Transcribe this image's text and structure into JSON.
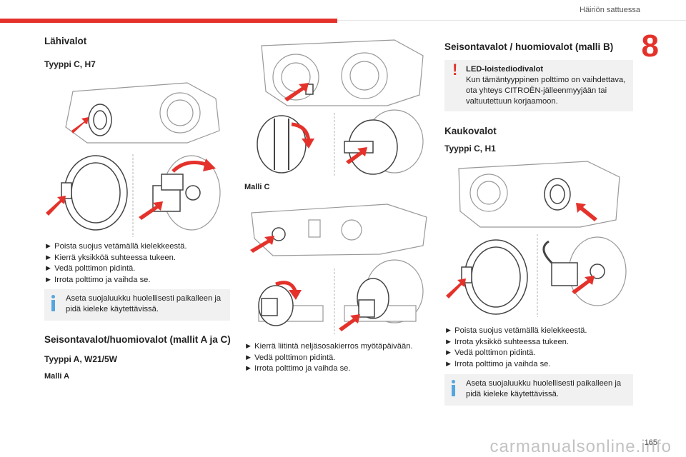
{
  "header": {
    "section_title": "Häiriön sattuessa",
    "chapter_number": "8"
  },
  "footer": {
    "page_number": "165",
    "watermark": "carmanualsonline.info"
  },
  "left": {
    "title": "Lähivalot",
    "type_label": "Tyyppi C, H7",
    "steps": [
      "► Poista suojus vetämällä kielekkeestä.",
      "►  Kierrä yksikköä suhteessa tukeen.",
      "► Vedä polttimon pidintä.",
      "► Irrota polttimo ja vaihda se."
    ],
    "info_text": "Aseta suojaluukku huolellisesti paikalleen ja pidä kieleke käytettävissä.",
    "section2_title": "Seisontavalot/huomiovalot (mallit A ja C)",
    "section2_type": "Tyyppi A, W21/5W",
    "model_a_label": "Malli A"
  },
  "middle": {
    "model_c_label": "Malli C",
    "steps": [
      "► Kierrä liitintä neljäsosakierros myötäpäivään.",
      "► Vedä polttimon pidintä.",
      "► Irrota polttimo ja vaihda se."
    ]
  },
  "right": {
    "title": "Seisontavalot / huomiovalot (malli B)",
    "warn_title": "LED-loistediodivalot",
    "warn_text": "Kun tämäntyyppinen polttimo on vaihdettava, ota yhteys CITROËN-jälleenmyyjään tai valtuutettuun korjaamoon.",
    "section2_title": "Kaukovalot",
    "section2_type": "Tyyppi C, H1",
    "steps": [
      "► Poista suojus vetämällä kielekkeestä.",
      "► Irrota yksikkö suhteessa tukeen.",
      "► Vedä polttimon pidintä.",
      "► Irrota polttimo ja vaihda se."
    ],
    "info_text": "Aseta suojaluukku huolellisesti paikalleen ja pidä kieleke käytettävissä."
  },
  "colors": {
    "accent": "#e4322b",
    "info": "#56a6de",
    "box_bg": "#f1f1f1"
  }
}
